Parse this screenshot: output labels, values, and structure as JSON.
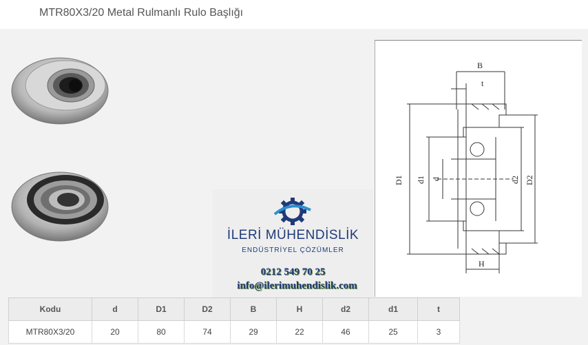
{
  "page": {
    "title": "MTR80X3/20 Metal Rulmanlı Rulo Başlığı"
  },
  "photos": [
    {
      "name": "roller-head-photo-front"
    },
    {
      "name": "roller-head-photo-back"
    }
  ],
  "drawing": {
    "labels": {
      "B": "B",
      "t": "t",
      "D1": "D1",
      "d1": "d1",
      "d": "d",
      "d2": "d2",
      "D2": "D2",
      "H": "H"
    }
  },
  "logo": {
    "name": "İLERİ MÜHENDİSLİK",
    "tagline": "ENDÜSTRİYEL ÇÖZÜMLER",
    "phone": "0212 549 70 25",
    "email": "info@ilerimuhendislik.com",
    "colors": {
      "primary": "#1f3a78",
      "accent": "#6a8a3a"
    }
  },
  "spec_table": {
    "headers": [
      "Kodu",
      "d",
      "D1",
      "D2",
      "B",
      "H",
      "d2",
      "d1",
      "t"
    ],
    "rows": [
      [
        "MTR80X3/20",
        "20",
        "80",
        "74",
        "29",
        "22",
        "46",
        "25",
        "3"
      ]
    ]
  }
}
